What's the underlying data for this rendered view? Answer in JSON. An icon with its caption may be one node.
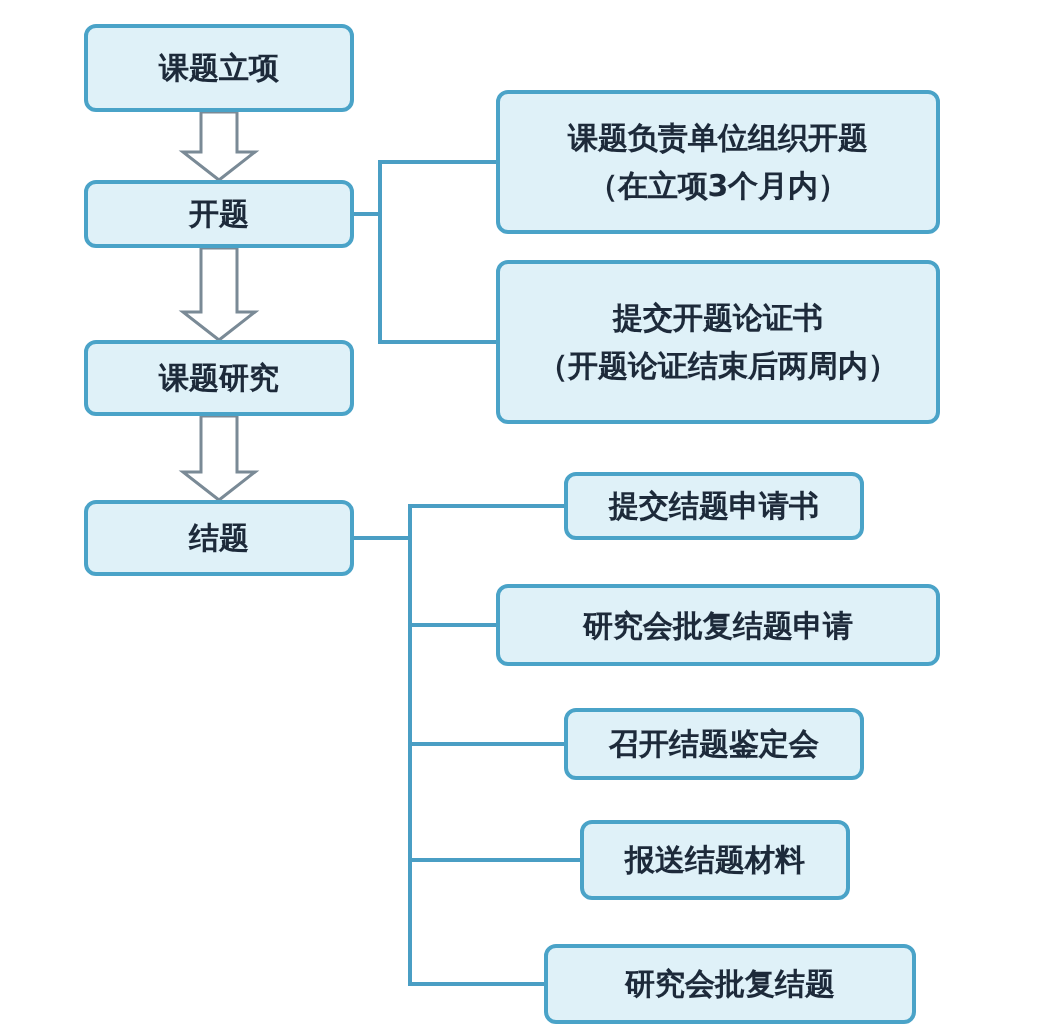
{
  "diagram": {
    "nodes": [
      {
        "text": [
          "课题立项"
        ]
      },
      {
        "text": [
          "开题"
        ]
      },
      {
        "text": [
          "课题研究"
        ]
      },
      {
        "text": [
          "结题"
        ]
      },
      {
        "text": [
          "课题负责单位组织开题",
          "（在立项3个月内）"
        ]
      },
      {
        "text": [
          "提交开题论证书",
          "（开题论证结束后两周内）"
        ]
      },
      {
        "text": [
          "提交结题申请书"
        ]
      },
      {
        "text": [
          "研究会批复结题申请"
        ]
      },
      {
        "text": [
          "召开结题鉴定会"
        ]
      },
      {
        "text": [
          "报送结题材料"
        ]
      },
      {
        "text": [
          "研究会批复结题"
        ]
      }
    ],
    "edges": [
      {
        "from": 0,
        "to": 1,
        "arrow": "to"
      },
      {
        "from": 1,
        "to": 2,
        "arrow": "to"
      },
      {
        "from": 2,
        "to": 3,
        "arrow": "to"
      },
      {
        "from": 1,
        "to": 4,
        "arrow": "none"
      },
      {
        "from": 1,
        "to": 5,
        "arrow": "none"
      },
      {
        "from": 3,
        "to": 6,
        "arrow": "none"
      },
      {
        "from": 3,
        "to": 7,
        "arrow": "none"
      },
      {
        "from": 3,
        "to": 8,
        "arrow": "none"
      },
      {
        "from": 3,
        "to": 9,
        "arrow": "none"
      },
      {
        "from": 3,
        "to": 10,
        "arrow": "none"
      }
    ]
  }
}
